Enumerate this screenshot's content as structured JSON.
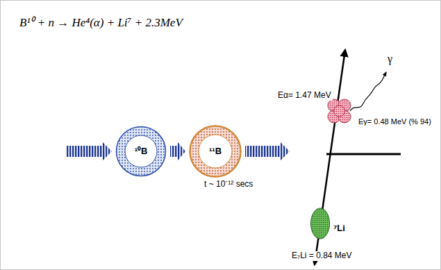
{
  "diagram": {
    "title": "B¹⁰ + n → He⁴(α) + Li⁷ + 2.3MeV",
    "nodes": [
      {
        "text": [
          "¹⁰B"
        ]
      },
      {
        "text": [
          "¹¹B"
        ]
      },
      {
        "text": [
          "⁷Li"
        ]
      }
    ],
    "edges": [
      {
        "from": 0,
        "to": 1,
        "arrow": "to"
      }
    ],
    "labels": [
      "t ~ 10⁻¹² secs",
      "Eα= 1.47 MeV",
      "γ",
      "Eγ= 0.48 MeV (% 94)",
      "E₇Li = 0.84 MeV"
    ]
  }
}
